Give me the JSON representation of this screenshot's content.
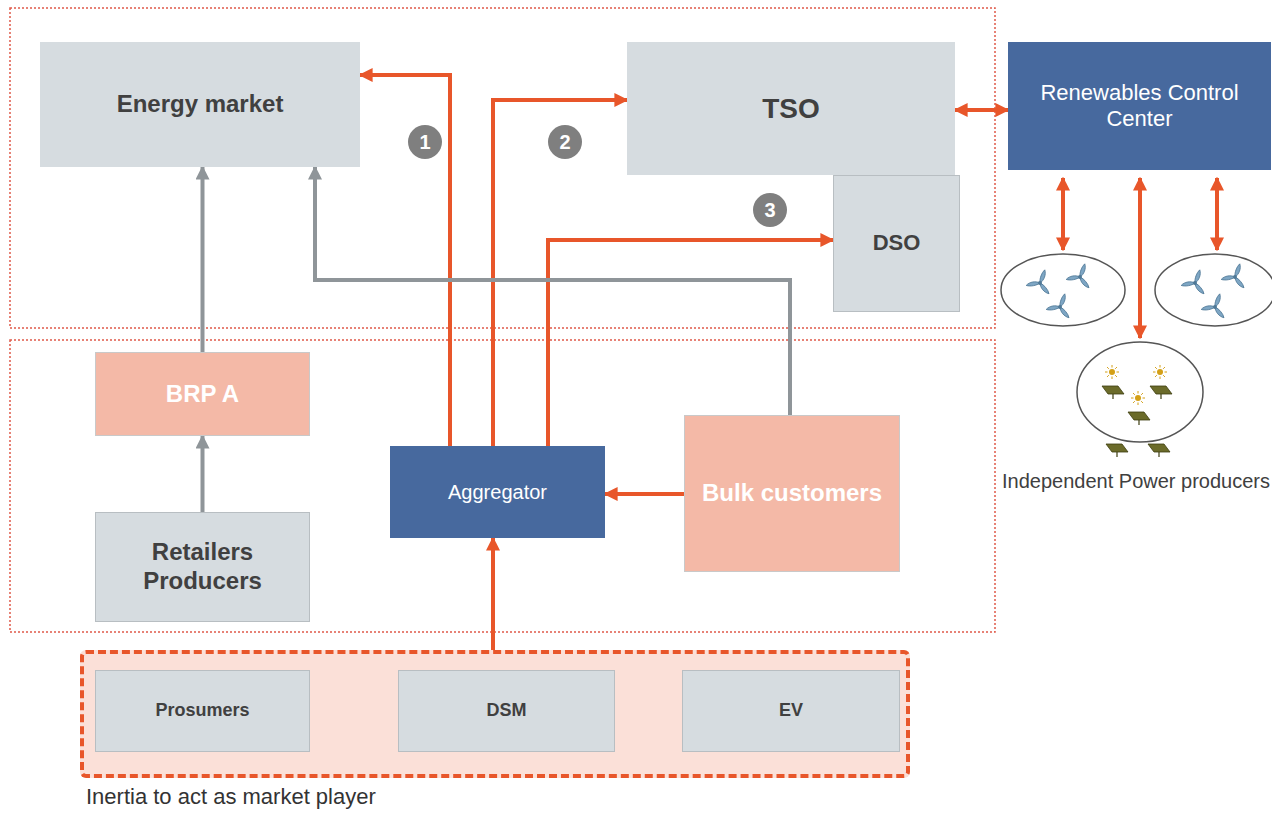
{
  "diagram": {
    "nodes": [
      {
        "text": [
          "Energy market"
        ]
      },
      {
        "text": [
          "TSO"
        ]
      },
      {
        "text": [
          "DSO"
        ]
      },
      {
        "text": [
          "Renewables Control Center"
        ]
      },
      {
        "text": [
          "BRP A"
        ]
      },
      {
        "text": [
          "Aggregator"
        ]
      },
      {
        "text": [
          "Bulk customers"
        ]
      },
      {
        "text": [
          "Retailers Producers"
        ]
      },
      {
        "text": [
          "Inertia to act as market player"
        ]
      },
      {
        "text": [
          "Prosumers"
        ],
        "in": 8
      },
      {
        "text": [
          "DSM"
        ],
        "in": 8
      },
      {
        "text": [
          "EV"
        ],
        "in": 8
      }
    ],
    "edges": [
      {
        "from": 5,
        "to": 0,
        "arrow": "to",
        "label": "1"
      },
      {
        "from": 5,
        "to": 1,
        "arrow": "to",
        "label": "2"
      },
      {
        "from": 5,
        "to": 2,
        "arrow": "to",
        "label": "3"
      },
      {
        "from": 6,
        "to": 5,
        "arrow": "to"
      },
      {
        "from": 6,
        "to": 0,
        "arrow": "to"
      },
      {
        "from": 4,
        "to": 0,
        "arrow": "to"
      },
      {
        "from": 7,
        "to": 4,
        "arrow": "to"
      },
      {
        "from": 8,
        "to": 5,
        "arrow": "to"
      },
      {
        "from": 1,
        "to": 3,
        "arrow": "both"
      }
    ],
    "labels": [
      "Independent Power producers"
    ]
  }
}
